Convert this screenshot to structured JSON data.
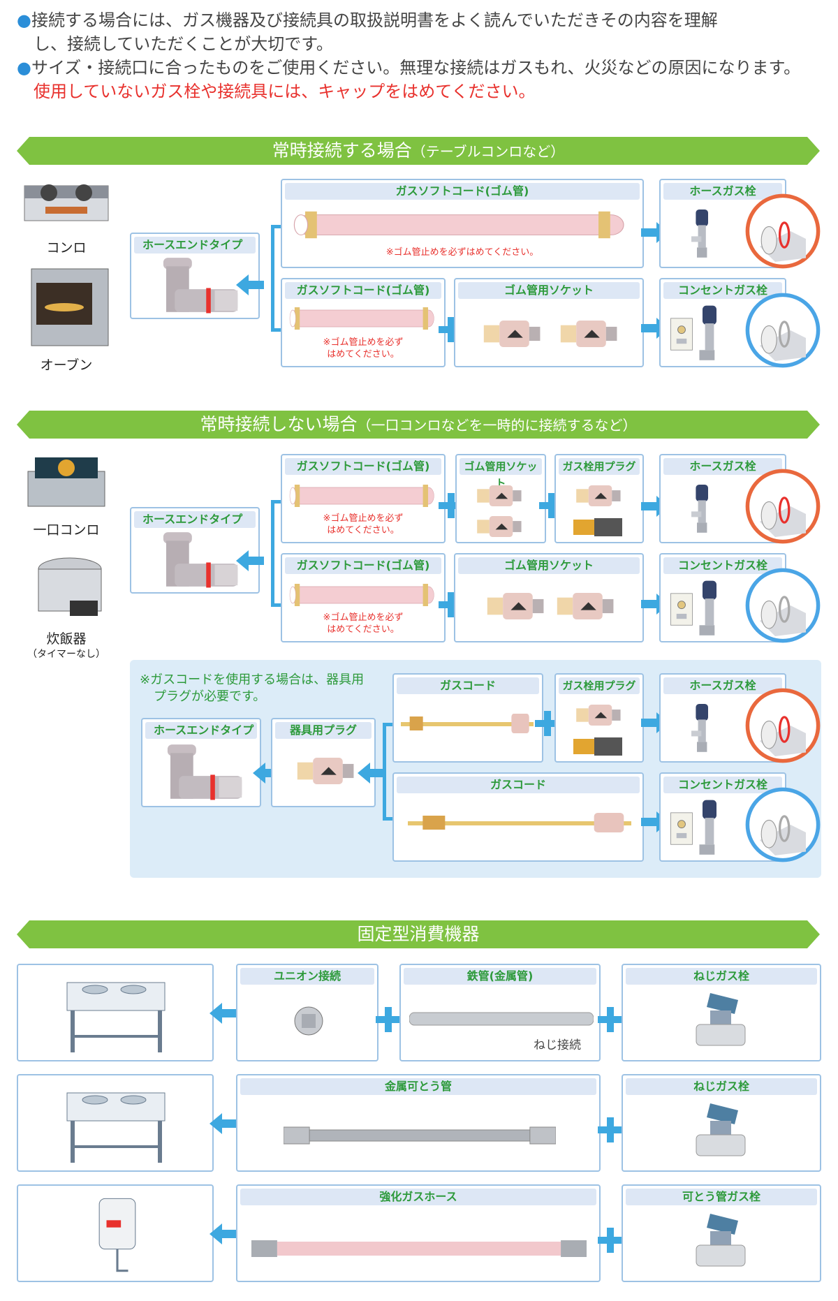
{
  "notes": {
    "line1": "接続する場合には、ガス機器及び接続具の取扱説明書をよく読んでいただきその内容を理解",
    "line1b": "し、接続していただくことが大切です。",
    "line2": "サイズ・接続口に合ったものをご使用ください。無理な接続はガスもれ、火災などの原因になります。",
    "line3": "使用していないガス栓や接続具には、キャップをはめてください。",
    "bullet": "●"
  },
  "colors": {
    "banner": "#7fc241",
    "header_text": "#2d9a3b",
    "arrow": "#3da8e0",
    "warning": "#e8312d",
    "panel": "#dcecf8"
  },
  "section1": {
    "title": "常時接続する場合",
    "subtitle": "（テーブルコンロなど）",
    "appliances": [
      "コンロ",
      "オーブン"
    ],
    "hose_end": "ホースエンドタイプ",
    "row1": {
      "cord": "ガスソフトコード(ゴム管)",
      "cord_note": "※ゴム管止めを必ずはめてください。",
      "valve": "ホースガス栓"
    },
    "row2": {
      "cord": "ガスソフトコード(ゴム管)",
      "cord_note1": "※ゴム管止めを必ず",
      "cord_note2": "はめてください。",
      "socket": "ゴム管用ソケット",
      "valve": "コンセントガス栓"
    }
  },
  "section2": {
    "title": "常時接続しない場合",
    "subtitle": "（一口コンロなどを一時的に接続するなど）",
    "appliances": [
      "一口コンロ",
      "炊飯器",
      "（タイマーなし）"
    ],
    "hose_end": "ホースエンドタイプ",
    "row1": {
      "cord": "ガスソフトコード(ゴム管)",
      "cord_note1": "※ゴム管止めを必ず",
      "cord_note2": "はめてください。",
      "socket": "ゴム管用ソケット",
      "plug": "ガス栓用プラグ",
      "valve": "ホースガス栓"
    },
    "row2": {
      "cord": "ガスソフトコード(ゴム管)",
      "cord_note1": "※ゴム管止めを必ず",
      "cord_note2": "はめてください。",
      "socket": "ゴム管用ソケット",
      "valve": "コンセントガス栓"
    },
    "panel": {
      "note1": "※ガスコードを使用する場合は、器具用",
      "note2": "プラグが必要です。",
      "hose_end": "ホースエンドタイプ",
      "device_plug": "器具用プラグ",
      "row1": {
        "cord": "ガスコード",
        "plug": "ガス栓用プラグ",
        "valve": "ホースガス栓"
      },
      "row2": {
        "cord": "ガスコード",
        "valve": "コンセントガス栓"
      }
    }
  },
  "section3": {
    "title": "固定型消費機器",
    "row1": {
      "union": "ユニオン接続",
      "pipe": "鉄管(金属管)",
      "pipe_note": "ねじ接続",
      "valve": "ねじガス栓"
    },
    "row2": {
      "flex": "金属可とう管",
      "valve": "ねじガス栓"
    },
    "row3": {
      "hose": "強化ガスホース",
      "valve": "可とう管ガス栓"
    }
  },
  "plus_sign": "+"
}
